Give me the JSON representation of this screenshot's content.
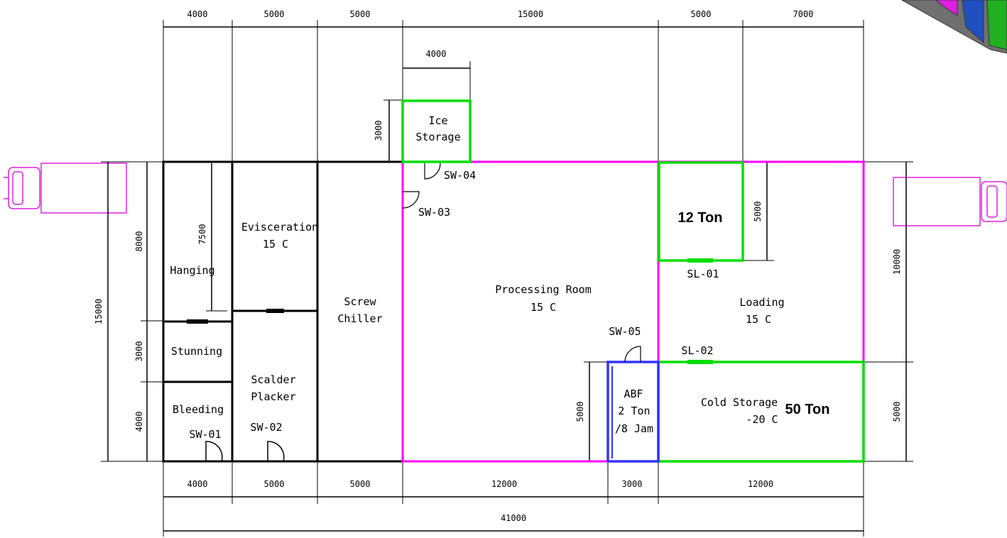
{
  "colors": {
    "wall": "#000000",
    "processing": "#ff00ff",
    "storage": "#00dd00",
    "abf": "#3333ff",
    "truck": "#e020e0",
    "cube_top": "#707070",
    "cube_pink": "#e020e0",
    "cube_blue": "#2050c0",
    "cube_green": "#20b020"
  },
  "dimensions": {
    "top": [
      "4000",
      "5000",
      "5000",
      "15000",
      "5000",
      "7000"
    ],
    "ice_width": "4000",
    "ice_height": "3000",
    "bottom": [
      "4000",
      "5000",
      "5000",
      "12000",
      "3000",
      "12000"
    ],
    "total": "41000",
    "left_total": "15000",
    "left_parts": [
      "8000",
      "3000",
      "4000"
    ],
    "hanging_inner": "7500",
    "cold12_height": "5000",
    "abf_height": "5000",
    "right_parts": [
      "10000",
      "5000"
    ]
  },
  "rooms": {
    "ice_storage": [
      "Ice",
      "Storage"
    ],
    "hanging": "Hanging",
    "evisceration": [
      "Evisceration",
      "15 C"
    ],
    "stunning": "Stunning",
    "bleeding": "Bleeding",
    "scalder": [
      "Scalder",
      "Placker"
    ],
    "screw_chiller": [
      "Screw",
      "Chiller"
    ],
    "processing": [
      "Processing Room",
      "15 C"
    ],
    "loading": [
      "Loading",
      "15 C"
    ],
    "abf": [
      "ABF",
      "2 Ton",
      "/8 Jam"
    ],
    "cold_storage": [
      "Cold Storage",
      "-20 C"
    ]
  },
  "capacity": {
    "cold_room_small": "12 Ton",
    "cold_storage": "50 Ton"
  },
  "doors": {
    "sw01": "SW-01",
    "sw02": "SW-02",
    "sw03": "SW-03",
    "sw04": "SW-04",
    "sw05": "SW-05",
    "sl01": "SL-01",
    "sl02": "SL-02"
  }
}
